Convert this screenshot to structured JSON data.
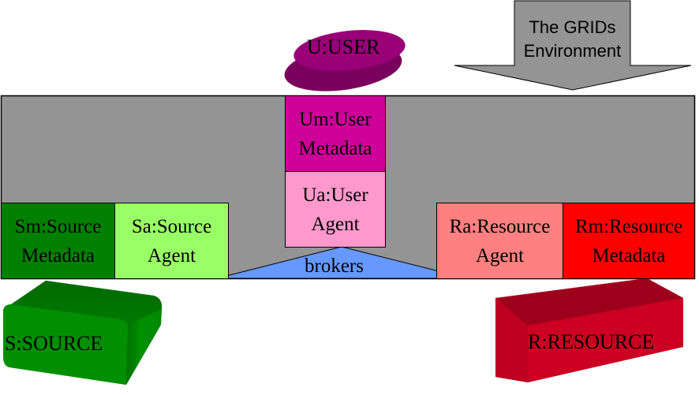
{
  "diagram": {
    "environment_arrow": {
      "line1": "The GRIDs",
      "line2": "Environment",
      "color": "#949494"
    },
    "environment_panel": {
      "color": "#949494"
    },
    "user": {
      "label": "U:USER",
      "color": "#990077"
    },
    "user_metadata": {
      "line1": "Um:User",
      "line2": "Metadata",
      "color": "#cc0099"
    },
    "user_agent": {
      "line1": "Ua:User",
      "line2": "Agent",
      "color": "#ff99cc"
    },
    "source_metadata": {
      "line1": "Sm:Source",
      "line2": "Metadata",
      "color": "#008000"
    },
    "source_agent": {
      "line1": "Sa:Source",
      "line2": "Agent",
      "color": "#99ff66"
    },
    "resource_agent": {
      "line1": "Ra:Resource",
      "line2": "Agent",
      "color": "#ff8080"
    },
    "resource_metadata": {
      "line1": "Rm:Resource",
      "line2": "Metadata",
      "color": "#ff0000"
    },
    "brokers": {
      "label": "brokers",
      "color": "#6699ff"
    },
    "source": {
      "label": "S:SOURCE",
      "color": "#008f00"
    },
    "resource": {
      "label": "R:RESOURCE",
      "color": "#cc0022"
    }
  }
}
